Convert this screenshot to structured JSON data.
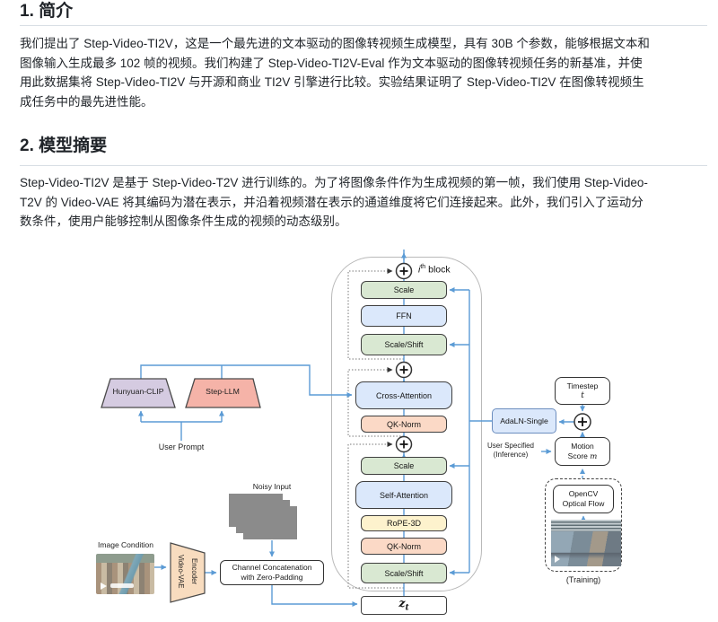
{
  "colors": {
    "accent_line": "#5b9bd5",
    "box_green": "#d9e8d2",
    "box_blue": "#dbe8fb",
    "box_orange": "#fbd9c6",
    "box_yellow": "#fdf2cd",
    "box_purple": "#d5cbe1",
    "box_salmon": "#f5b3a8",
    "box_peach": "#f8dcbf",
    "heading_rule": "#d8dee4",
    "text": "#1f2328"
  },
  "sections": {
    "intro": {
      "heading": "1. 简介",
      "lines": [
        "我们提出了 Step-Video-TI2V，这是一个最先进的文本驱动的图像转视频生成模型，具有 30B 个参数，能够根据文本和",
        "图像输入生成最多 102 帧的视频。我们构建了 Step-Video-TI2V-Eval 作为文本驱动的图像转视频任务的新基准，并使",
        "用此数据集将 Step-Video-TI2V 与开源和商业 TI2V 引擎进行比较。实验结果证明了 Step-Video-TI2V 在图像转视频生",
        "成任务中的最先进性能。"
      ]
    },
    "model": {
      "heading": "2. 模型摘要",
      "lines": [
        "Step-Video-TI2V 是基于 Step-Video-T2V 进行训练的。为了将图像条件作为生成视频的第一帧，我们使用 Step-Video-",
        "T2V 的 Video-VAE 将其编码为潜在表示，并沿着视频潜在表示的通道维度将它们连接起来。此外，我们引入了运动分",
        "数条件，使用户能够控制从图像条件生成的视频的动态级别。"
      ]
    }
  },
  "diagram": {
    "block_label": {
      "i": "i",
      "sup": "th",
      "rest": " block"
    },
    "core": {
      "scale_top": "Scale",
      "ffn": "FFN",
      "scale_shift_top": "Scale/Shift",
      "cross_attention": "Cross-Attention",
      "qk_norm_upper": "QK-Norm",
      "scale_mid": "Scale",
      "self_attention": "Self-Attention",
      "rope_3d": "RoPE-3D",
      "qk_norm_lower": "QK-Norm",
      "scale_shift_bottom": "Scale/Shift",
      "latent": {
        "base": "z",
        "sub": "t"
      }
    },
    "text_encoders": {
      "hunyuan_clip": "Hunyuan-CLIP",
      "step_llm": "Step-LLM",
      "user_prompt": "User Prompt"
    },
    "conditioning": {
      "adaln": "AdaLN-Single",
      "timestep": {
        "label": "Timestep",
        "var": "t"
      },
      "motion": {
        "line1": "Motion",
        "line2": "Score",
        "var": "m"
      },
      "user_specified": {
        "line1": "User Specified",
        "line2": "(Inference)"
      },
      "opencv": {
        "line1": "OpenCV",
        "line2": "Optical Flow"
      },
      "training": "(Training)"
    },
    "inputs": {
      "noisy_input": "Noisy Input",
      "image_condition": "Image Condition",
      "vae": {
        "line1": "Video-VAE",
        "line2": "Encoder"
      },
      "concat": {
        "line1": "Channel Concatenation",
        "line2": "with Zero-Padding"
      }
    }
  }
}
